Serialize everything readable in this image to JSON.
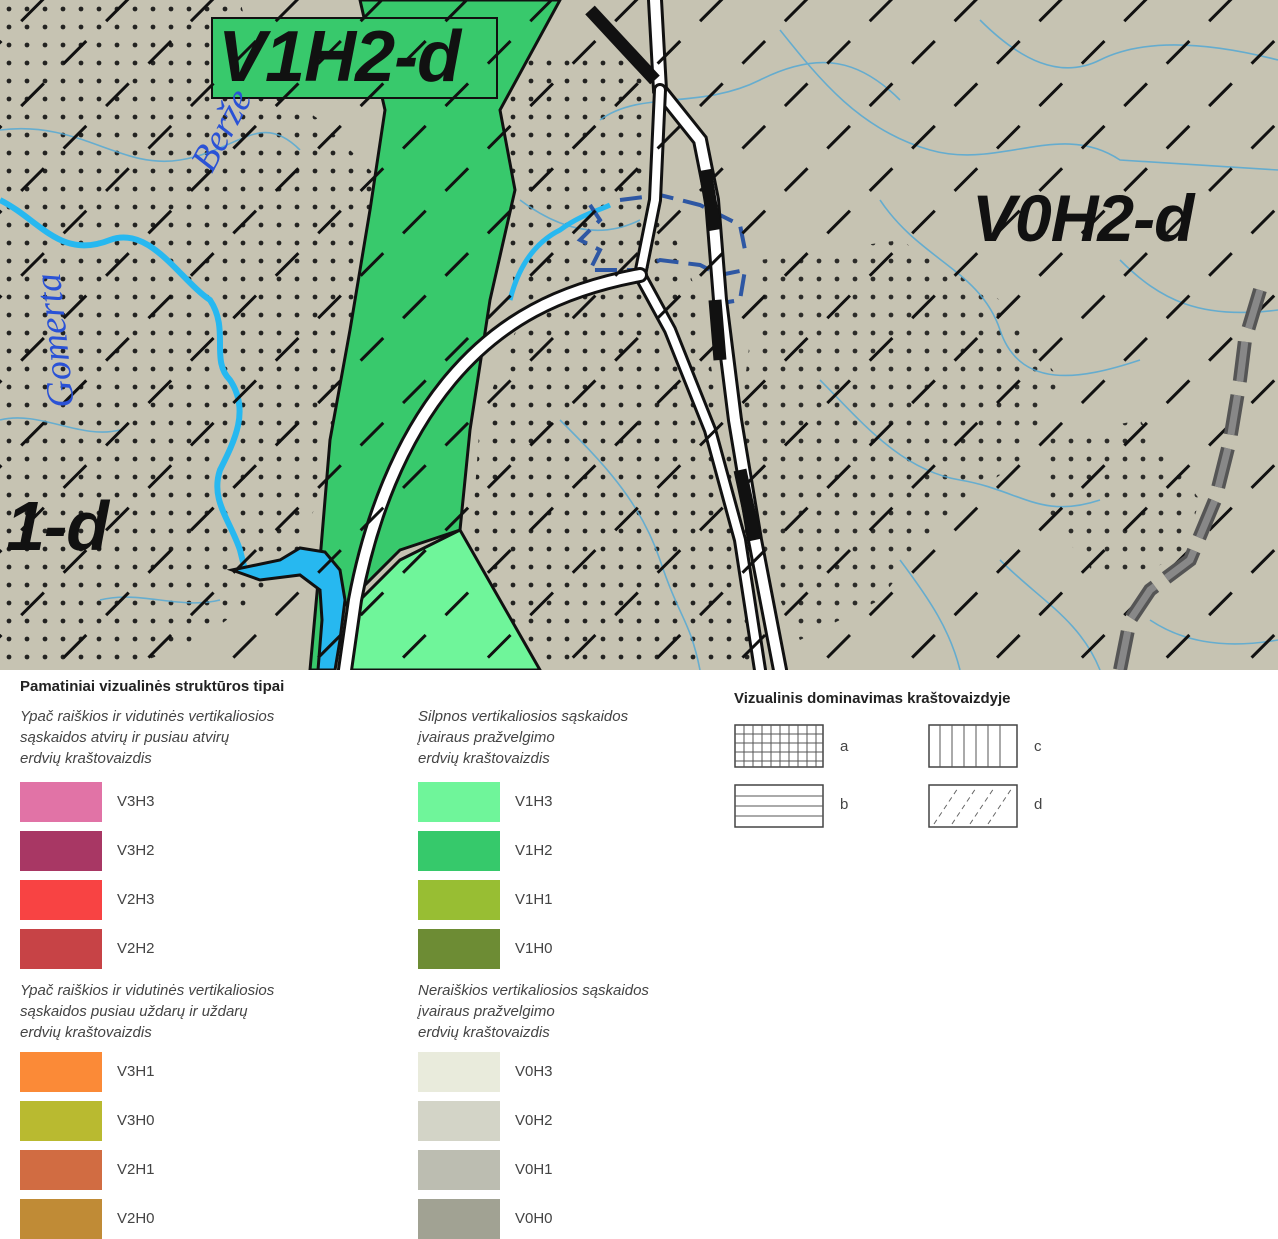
{
  "map": {
    "zone_labels": [
      "V1H2-d",
      "V0H2-d",
      "1-d"
    ],
    "river_labels": [
      "Berže",
      "Gomerta"
    ]
  },
  "legend": {
    "title": "Pamatiniai vizualinės struktūros tipai",
    "groups": [
      {
        "title_lines": [
          "Ypač raiškios ir vidutinės vertikaliosios",
          "sąskaidos atvirų ir pusiau atvirų",
          "erdvių kraštovaizdis"
        ],
        "items": [
          {
            "code": "V3H3",
            "color": "#e173a6"
          },
          {
            "code": "V3H2",
            "color": "#a83764"
          },
          {
            "code": "V2H3",
            "color": "#f84343"
          },
          {
            "code": "V2H2",
            "color": "#c74346"
          }
        ]
      },
      {
        "title_lines": [
          "Silpnos vertikaliosios sąskaidos",
          "įvairaus pražvelgimo",
          "erdvių kraštovaizdis"
        ],
        "items": [
          {
            "code": "V1H3",
            "color": "#6ff59a"
          },
          {
            "code": "V1H2",
            "color": "#36c96b"
          },
          {
            "code": "V1H1",
            "color": "#98be33"
          },
          {
            "code": "V1H0",
            "color": "#6d8c34"
          }
        ]
      },
      {
        "title_lines": [
          "Ypač raiškios ir vidutinės vertikaliosios",
          "sąskaidos pusiau uždarų ir uždarų",
          "erdvių kraštovaizdis"
        ],
        "items": [
          {
            "code": "V3H1",
            "color": "#fb8a37"
          },
          {
            "code": "V3H0",
            "color": "#b9ba30"
          },
          {
            "code": "V2H1",
            "color": "#d16c42"
          },
          {
            "code": "V2H0",
            "color": "#c08b36"
          }
        ]
      },
      {
        "title_lines": [
          "Neraiškios vertikaliosios sąskaidos",
          "įvairaus pražvelgimo",
          "erdvių kraštovaizdis"
        ],
        "items": [
          {
            "code": "V0H3",
            "color": "#e9ebdc"
          },
          {
            "code": "V0H2",
            "color": "#d3d4c7"
          },
          {
            "code": "V0H1",
            "color": "#bcbdb1"
          },
          {
            "code": "V0H0",
            "color": "#a1a293"
          }
        ]
      }
    ],
    "dominance": {
      "title": "Vizualinis dominavimas kraštovaizdyje",
      "items": [
        {
          "letter": "a",
          "pattern": "grid"
        },
        {
          "letter": "c",
          "pattern": "vertical"
        },
        {
          "letter": "b",
          "pattern": "horizontal"
        },
        {
          "letter": "d",
          "pattern": "diagonal"
        }
      ]
    }
  }
}
